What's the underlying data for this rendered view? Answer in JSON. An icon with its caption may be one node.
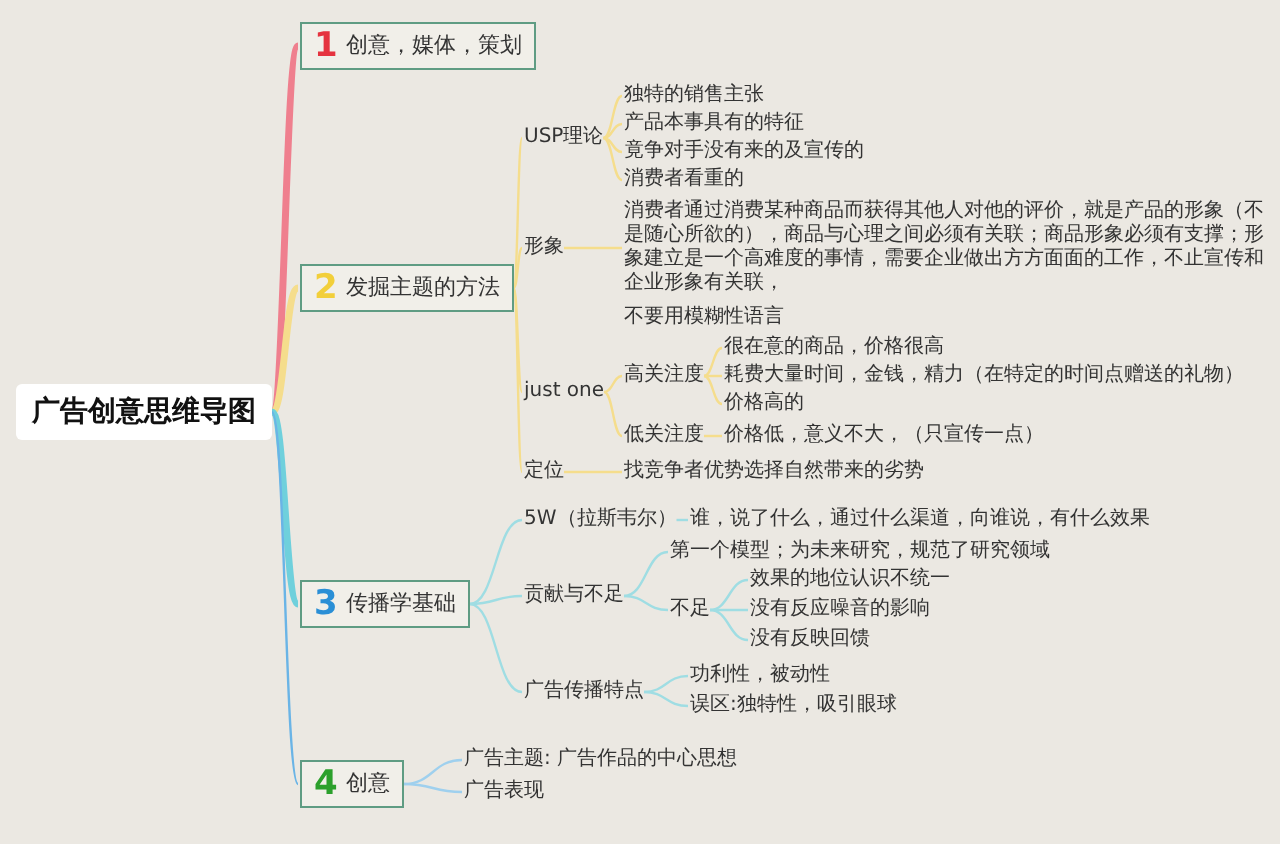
{
  "diagram": {
    "nodes": [
      {
        "text": [
          "广告创意思维导图"
        ]
      },
      {
        "text": [
          "1",
          "创意，媒体，策划"
        ]
      },
      {
        "text": [
          "2",
          "发掘主题的方法"
        ]
      },
      {
        "text": [
          "USP理论"
        ]
      },
      {
        "text": [
          "独特的销售主张"
        ]
      },
      {
        "text": [
          "产品本事具有的特征"
        ]
      },
      {
        "text": [
          "竟争对手没有来的及宣传的"
        ]
      },
      {
        "text": [
          "消费者看重的"
        ]
      },
      {
        "text": [
          "形象"
        ]
      },
      {
        "text": [
          "消费者通过消费某种商品而获得其他人对他的评价，就是产品的形象（不是随心所欲的），商品与心理之间必须有关联；商品形象必须有支撑；形象建立是一个高难度的事情，需要企业做出方方面面的工作，不止宣传和企业形象有关联，"
        ]
      },
      {
        "text": [
          "不要用模糊性语言"
        ]
      },
      {
        "text": [
          "just one"
        ]
      },
      {
        "text": [
          "高关注度"
        ]
      },
      {
        "text": [
          "很在意的商品，价格很高"
        ]
      },
      {
        "text": [
          "耗费大量时间，金钱，精力（在特定的时间点赠送的礼物）"
        ]
      },
      {
        "text": [
          "价格高的"
        ]
      },
      {
        "text": [
          "低关注度"
        ]
      },
      {
        "text": [
          "价格低，意义不大，（只宣传一点）"
        ]
      },
      {
        "text": [
          "定位"
        ]
      },
      {
        "text": [
          "找竞争者优势选择自然带来的劣势"
        ]
      },
      {
        "text": [
          "3",
          "传播学基础"
        ]
      },
      {
        "text": [
          "5W（拉斯韦尔）"
        ]
      },
      {
        "text": [
          "谁，说了什么，通过什么渠道，向谁说，有什么效果"
        ]
      },
      {
        "text": [
          "贡献与不足"
        ]
      },
      {
        "text": [
          "第一个模型；为未来研究，规范了研究领域"
        ]
      },
      {
        "text": [
          "不足"
        ]
      },
      {
        "text": [
          "效果的地位认识不统一"
        ]
      },
      {
        "text": [
          "没有反应噪音的影响"
        ]
      },
      {
        "text": [
          "没有反映回馈"
        ]
      },
      {
        "text": [
          "广告传播特点"
        ]
      },
      {
        "text": [
          "功利性，被动性"
        ]
      },
      {
        "text": [
          "误区:独特性，吸引眼球"
        ]
      },
      {
        "text": [
          "4",
          "创意"
        ]
      },
      {
        "text": [
          "广告主题: 广告作品的中心思想"
        ]
      },
      {
        "text": [
          "广告表现"
        ]
      }
    ],
    "edges": [
      {
        "from": 0,
        "to": 1,
        "arrow": "none",
        "style": "thick",
        "color": "#ef7f8e"
      },
      {
        "from": 0,
        "to": 2,
        "arrow": "none",
        "style": "thick"
      },
      {
        "from": 2,
        "to": 3,
        "arrow": "none"
      },
      {
        "from": 3,
        "to": 4,
        "arrow": "none"
      },
      {
        "from": 3,
        "to": 5,
        "arrow": "none"
      },
      {
        "from": 3,
        "to": 6,
        "arrow": "none"
      },
      {
        "from": 3,
        "to": 7,
        "arrow": "none"
      },
      {
        "from": 2,
        "to": 8,
        "arrow": "none"
      },
      {
        "from": 8,
        "to": 9,
        "arrow": "none"
      },
      {
        "from": 2,
        "to": 11,
        "arrow": "none"
      },
      {
        "from": 11,
        "to": 12,
        "arrow": "none"
      },
      {
        "from": 12,
        "to": 13,
        "arrow": "none"
      },
      {
        "from": 12,
        "to": 14,
        "arrow": "none"
      },
      {
        "from": 12,
        "to": 15,
        "arrow": "none"
      },
      {
        "from": 11,
        "to": 16,
        "arrow": "none"
      },
      {
        "from": 16,
        "to": 17,
        "arrow": "none"
      },
      {
        "from": 2,
        "to": 18,
        "arrow": "none"
      },
      {
        "from": 18,
        "to": 19,
        "arrow": "none"
      },
      {
        "from": 0,
        "to": 20,
        "arrow": "none",
        "style": "thick",
        "color": "#6fd0dc"
      },
      {
        "from": 20,
        "to": 21,
        "arrow": "none",
        "color": "#9fdde3"
      },
      {
        "from": 21,
        "to": 22,
        "arrow": "none",
        "color": "#9fdde3"
      },
      {
        "from": 20,
        "to": 23,
        "arrow": "none",
        "color": "#9fdde3"
      },
      {
        "from": 23,
        "to": 24,
        "arrow": "none",
        "color": "#9fdde3"
      },
      {
        "from": 23,
        "to": 25,
        "arrow": "none",
        "color": "#9fdde3"
      },
      {
        "from": 25,
        "to": 26,
        "arrow": "none",
        "color": "#9fdde3"
      },
      {
        "from": 25,
        "to": 27,
        "arrow": "none",
        "color": "#9fdde3"
      },
      {
        "from": 25,
        "to": 28,
        "arrow": "none",
        "color": "#9fdde3"
      },
      {
        "from": 20,
        "to": 29,
        "arrow": "none",
        "color": "#9fdde3"
      },
      {
        "from": 29,
        "to": 30,
        "arrow": "none",
        "color": "#9fdde3"
      },
      {
        "from": 29,
        "to": 31,
        "arrow": "none",
        "color": "#9fdde3"
      },
      {
        "from": 0,
        "to": 32,
        "arrow": "none",
        "color": "#6ab4e6"
      },
      {
        "from": 32,
        "to": 33,
        "arrow": "none",
        "color": "#9fd0ee"
      },
      {
        "from": 32,
        "to": 34,
        "arrow": "none",
        "color": "#9fd0ee"
      }
    ]
  }
}
